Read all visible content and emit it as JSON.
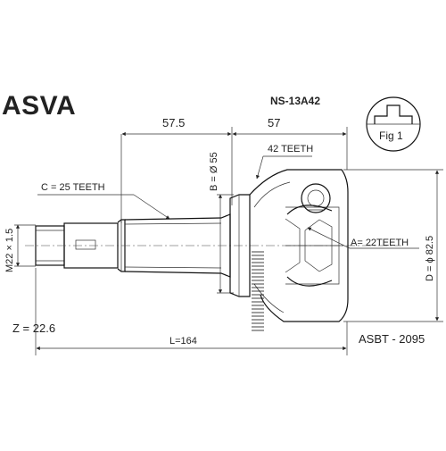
{
  "brand": "ASVA",
  "part_number": "NS-13A42",
  "fig_label": "Fig 1",
  "dimensions": {
    "shaft_length": "57.5",
    "housing_length": "57",
    "outer_teeth": "42 TEETH",
    "b_label": "B = Ø 55",
    "c_label": "C = 25 TEETH",
    "thread": "M22 × 1.5",
    "a_label": "A= 22TEETH",
    "d_label": "D = ϕ 82.5",
    "z_label": "Z = 22.6",
    "l_label": "L=164"
  },
  "code": "ASBT - 2095"
}
